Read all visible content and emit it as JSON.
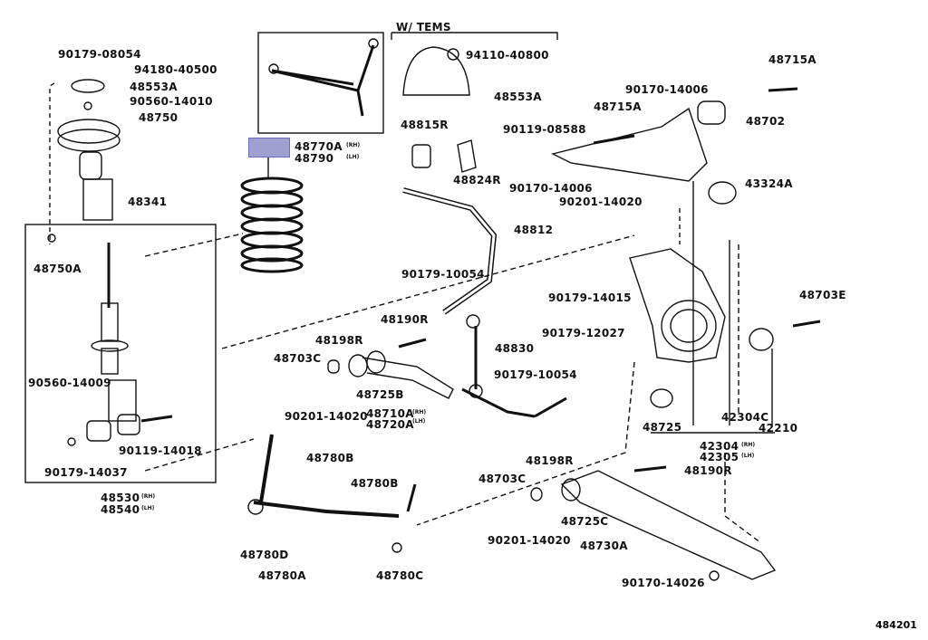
{
  "diagram": {
    "highlight_color": "#9fa0d0",
    "reference_number": "484201",
    "group_caption": "W/ TEMS",
    "labels": [
      "90179-08054",
      "94180-40500",
      "48553A",
      "90560-14010",
      "48750",
      "48341",
      "48750A",
      "48770A",
      "48790",
      "94110-40800",
      "48553A",
      "48815R",
      "90119-08588",
      "48824R",
      "48812",
      "90179-10054",
      "48190R",
      "48198R",
      "48703C",
      "48830",
      "90179-12027",
      "90179-10054",
      "48725B",
      "48710A",
      "48720A",
      "90201-14020",
      "48715A",
      "90170-14006",
      "48715A",
      "48702",
      "90170-14006",
      "90201-14020",
      "43324A",
      "90179-14015",
      "48703E",
      "48725",
      "42304C",
      "42210",
      "42304",
      "42305",
      "90560-14009",
      "90119-14018",
      "90179-14037",
      "48530",
      "48540",
      "48780B",
      "48780B",
      "48703C",
      "48198R",
      "48190R",
      "48725C",
      "48730A",
      "90201-14020",
      "48780D",
      "48780A",
      "48780C",
      "90170-14026"
    ],
    "side_marks": {
      "rh": "(RH)",
      "lh": "(LH)"
    }
  }
}
